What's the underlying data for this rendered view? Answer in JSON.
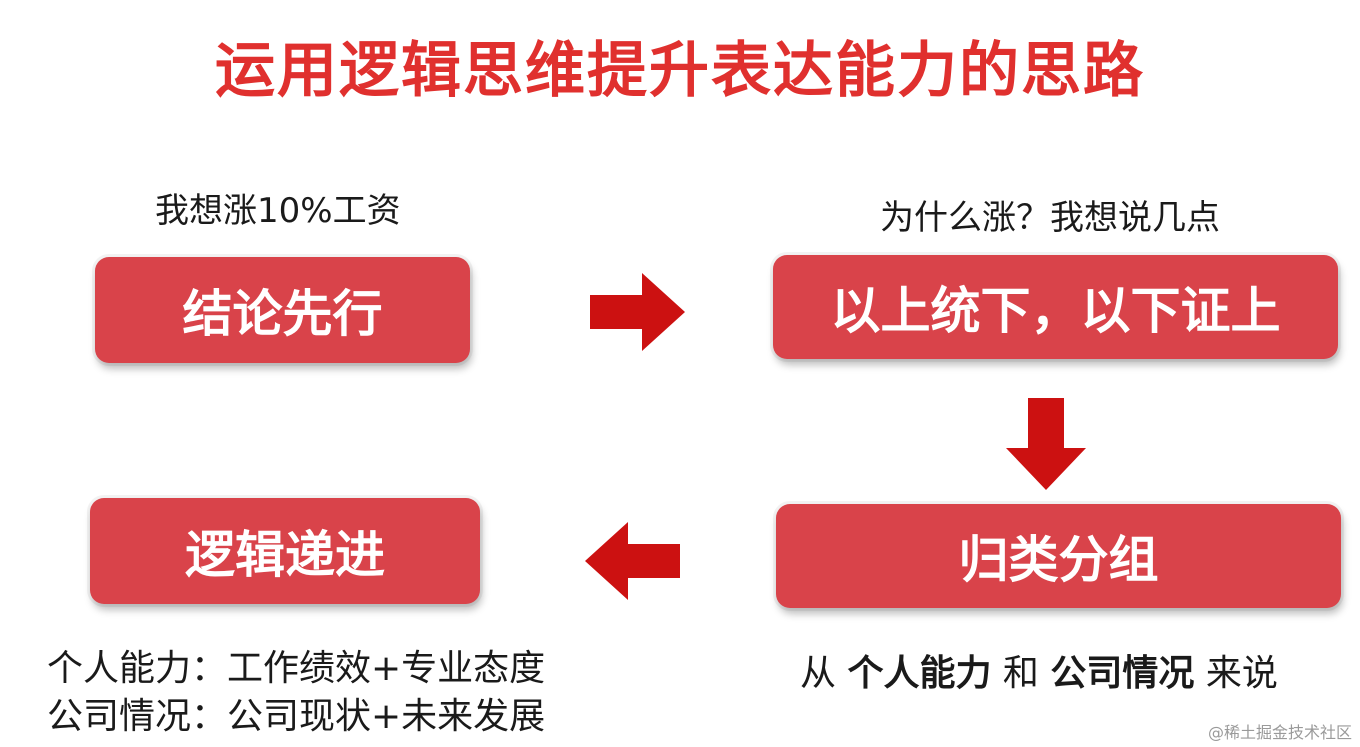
{
  "title": "运用逻辑思维提升表达能力的思路",
  "steps": {
    "step1": {
      "caption": "我想涨10%工资",
      "label": "结论先行"
    },
    "step2": {
      "caption": "为什么涨？我想说几点",
      "label": "以上统下，以下证上"
    },
    "step3": {
      "label": "归类分组",
      "note": {
        "prefix": "从 ",
        "a": "个人能力",
        "mid": " 和 ",
        "b": "公司情况",
        "suffix": " 来说"
      }
    },
    "step4": {
      "label": "逻辑递进",
      "note_line1": "个人能力：工作绩效+专业态度",
      "note_line2": "公司情况：公司现状+未来发展"
    }
  },
  "arrows": [
    "right",
    "down",
    "left"
  ],
  "colors": {
    "title": "#e0302e",
    "box": "#d9434a",
    "arrow": "#cc1111"
  },
  "watermark": "@稀土掘金技术社区"
}
